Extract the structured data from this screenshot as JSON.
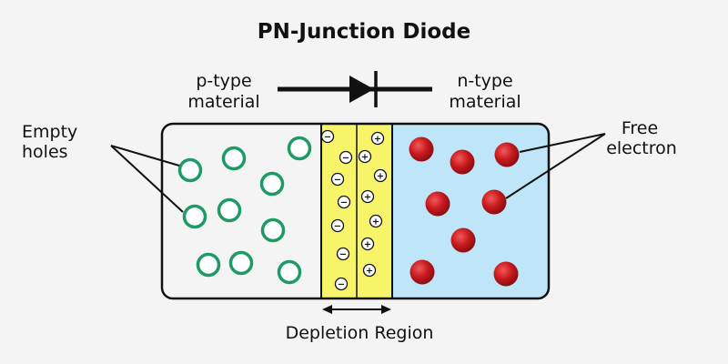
{
  "title": "PN-Junction Diode",
  "labels": {
    "p_type_line1": "p-type",
    "p_type_line2": "material",
    "n_type_line1": "n-type",
    "n_type_line2": "material",
    "empty_holes_line1": "Empty",
    "empty_holes_line2": "holes",
    "free_electron_line1": "Free",
    "free_electron_line2": "electron",
    "depletion_region": "Depletion Region"
  },
  "symbols": {
    "negative": "−",
    "positive": "+"
  },
  "icons": {
    "diode": "diode-symbol-icon",
    "hole": "empty-hole-icon",
    "electron": "free-electron-icon",
    "negative_ion": "negative-ion-icon",
    "positive_ion": "positive-ion-icon",
    "depletion_arrow": "double-headed-arrow-icon"
  },
  "colors": {
    "background": "#f4f4f4",
    "p_region": "#f4f4f4",
    "n_region": "#bfe6f8",
    "depletion": "#f8f46a",
    "hole_stroke": "#1f9a64",
    "electron_fill": "#c8191e",
    "outline": "#111111"
  }
}
